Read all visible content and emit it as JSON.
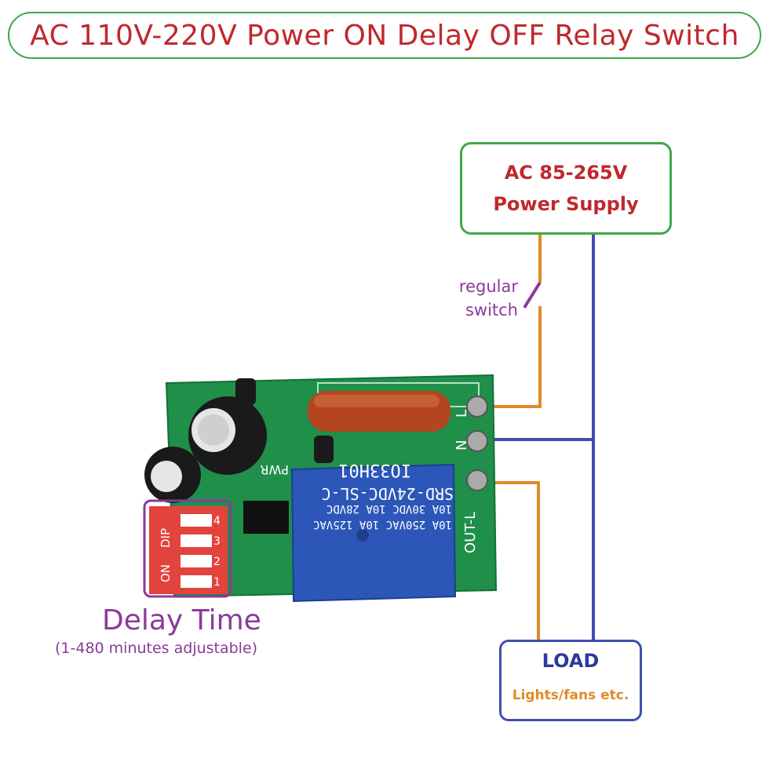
{
  "title": "AC 110V-220V Power ON Delay OFF Relay Switch",
  "power_supply": {
    "line1": "AC 85-265V",
    "line2": "Power Supply"
  },
  "switch_label": {
    "line1": "regular",
    "line2": "switch"
  },
  "load": {
    "title": "LOAD",
    "subtitle": "Lights/fans etc."
  },
  "delay": {
    "title": "Delay Time",
    "subtitle": "(1-480 minutes adjustable)"
  },
  "board": {
    "relay_text": [
      "SRD-24VDC-SL-C",
      "10A 250VAC  10A 125VAC",
      "10A 30VDC  10A 28VDC"
    ],
    "board_id": "IO33H01",
    "terminals": {
      "l": "L",
      "n": "N",
      "out": "OUT-L"
    },
    "pwr": "PWR",
    "dip": {
      "header": "DIP",
      "on": "ON",
      "numbers": [
        "4",
        "3",
        "2",
        "1"
      ]
    }
  },
  "colors": {
    "title_red": "#c0282d",
    "green_border": "#3fa84a",
    "orange_wire": "#e08a2a",
    "blue_wire": "#3f4fb0",
    "purple": "#8a3a9a",
    "pcb_green": "#1f8f4a"
  }
}
